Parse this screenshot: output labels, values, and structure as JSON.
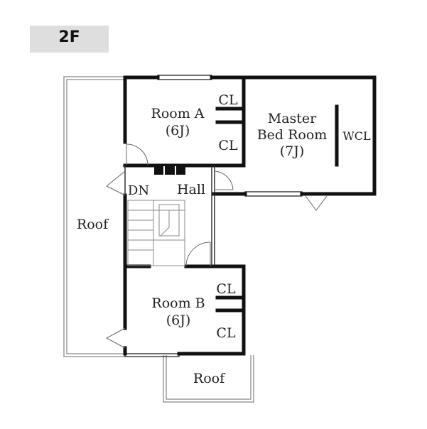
{
  "floor_label": "2F",
  "rooms": {
    "room_a": {
      "name": "Room A",
      "size": "(6J)"
    },
    "master": {
      "name_line1": "Master",
      "name_line2": "Bed Room",
      "size": "(7J)"
    },
    "room_b": {
      "name": "Room B",
      "size": "(6J)"
    },
    "hall": "Hall",
    "stairs_down": "DN",
    "roof_left": "Roof",
    "roof_bottom": "Roof",
    "wcl": "WCL"
  },
  "closets": {
    "a_top": "CL",
    "a_bottom": "CL",
    "b_top": "CL",
    "b_bottom": "CL"
  }
}
